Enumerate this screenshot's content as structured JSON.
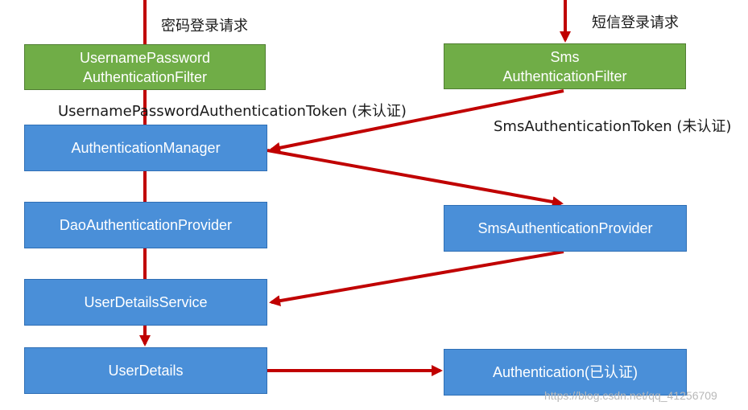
{
  "colors": {
    "arrow": "#c00000",
    "filter_box": "#70ad47",
    "component_box": "#4a8fd8",
    "box_text": "#ffffff"
  },
  "labels": {
    "password_request": "密码登录请求",
    "sms_request": "短信登录请求",
    "password_token": "UsernamePasswordAuthenticationToken (未认证)",
    "sms_token": "SmsAuthenticationToken (未认证)"
  },
  "nodes": {
    "username_password_filter": {
      "line1": "UsernamePassword",
      "line2": "AuthenticationFilter"
    },
    "sms_filter": {
      "line1": "Sms",
      "line2": "AuthenticationFilter"
    },
    "authentication_manager": "AuthenticationManager",
    "dao_provider": "DaoAuthenticationProvider",
    "sms_provider": "SmsAuthenticationProvider",
    "user_details_service": "UserDetailsService",
    "user_details": "UserDetails",
    "authentication": "Authentication(已认证)"
  },
  "watermark": "https://blog.csdn.net/qq_41256709"
}
